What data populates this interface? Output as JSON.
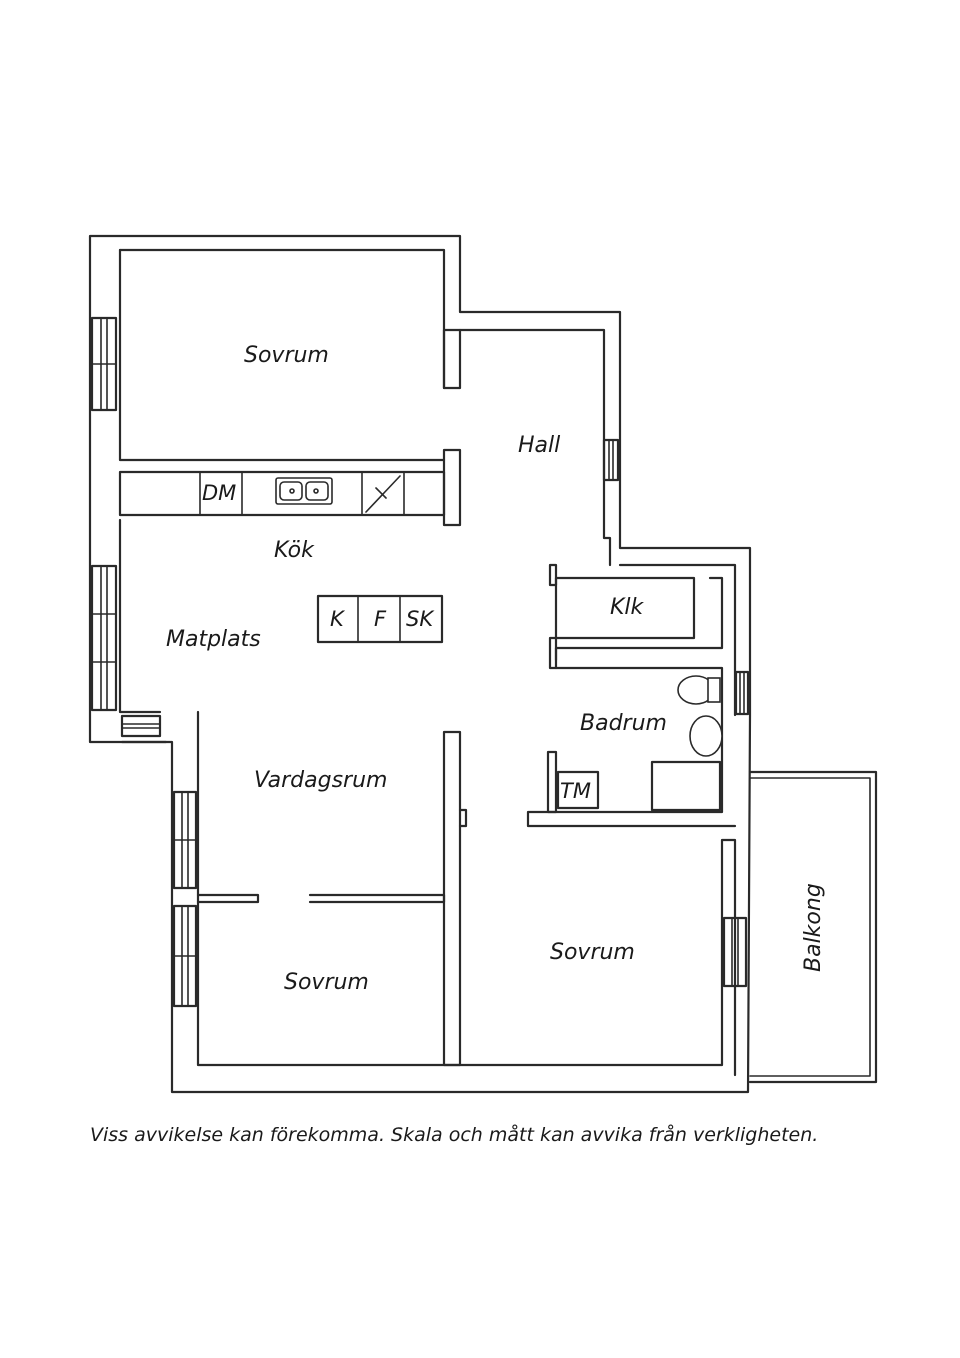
{
  "rooms": {
    "sovrum_top": "Sovrum",
    "hall": "Hall",
    "kok": "Kök",
    "matplats": "Matplats",
    "klk": "Klk",
    "badrum": "Badrum",
    "vardagsrum": "Vardagsrum",
    "sovrum_bottom_left": "Sovrum",
    "sovrum_bottom_right": "Sovrum",
    "balkong": "Balkong"
  },
  "appliances": {
    "dm": "DM",
    "k": "K",
    "f": "F",
    "sk": "SK",
    "tm": "TM"
  },
  "disclaimer": "Viss avvikelse kan förekomma. Skala och mått kan avvika från verkligheten."
}
